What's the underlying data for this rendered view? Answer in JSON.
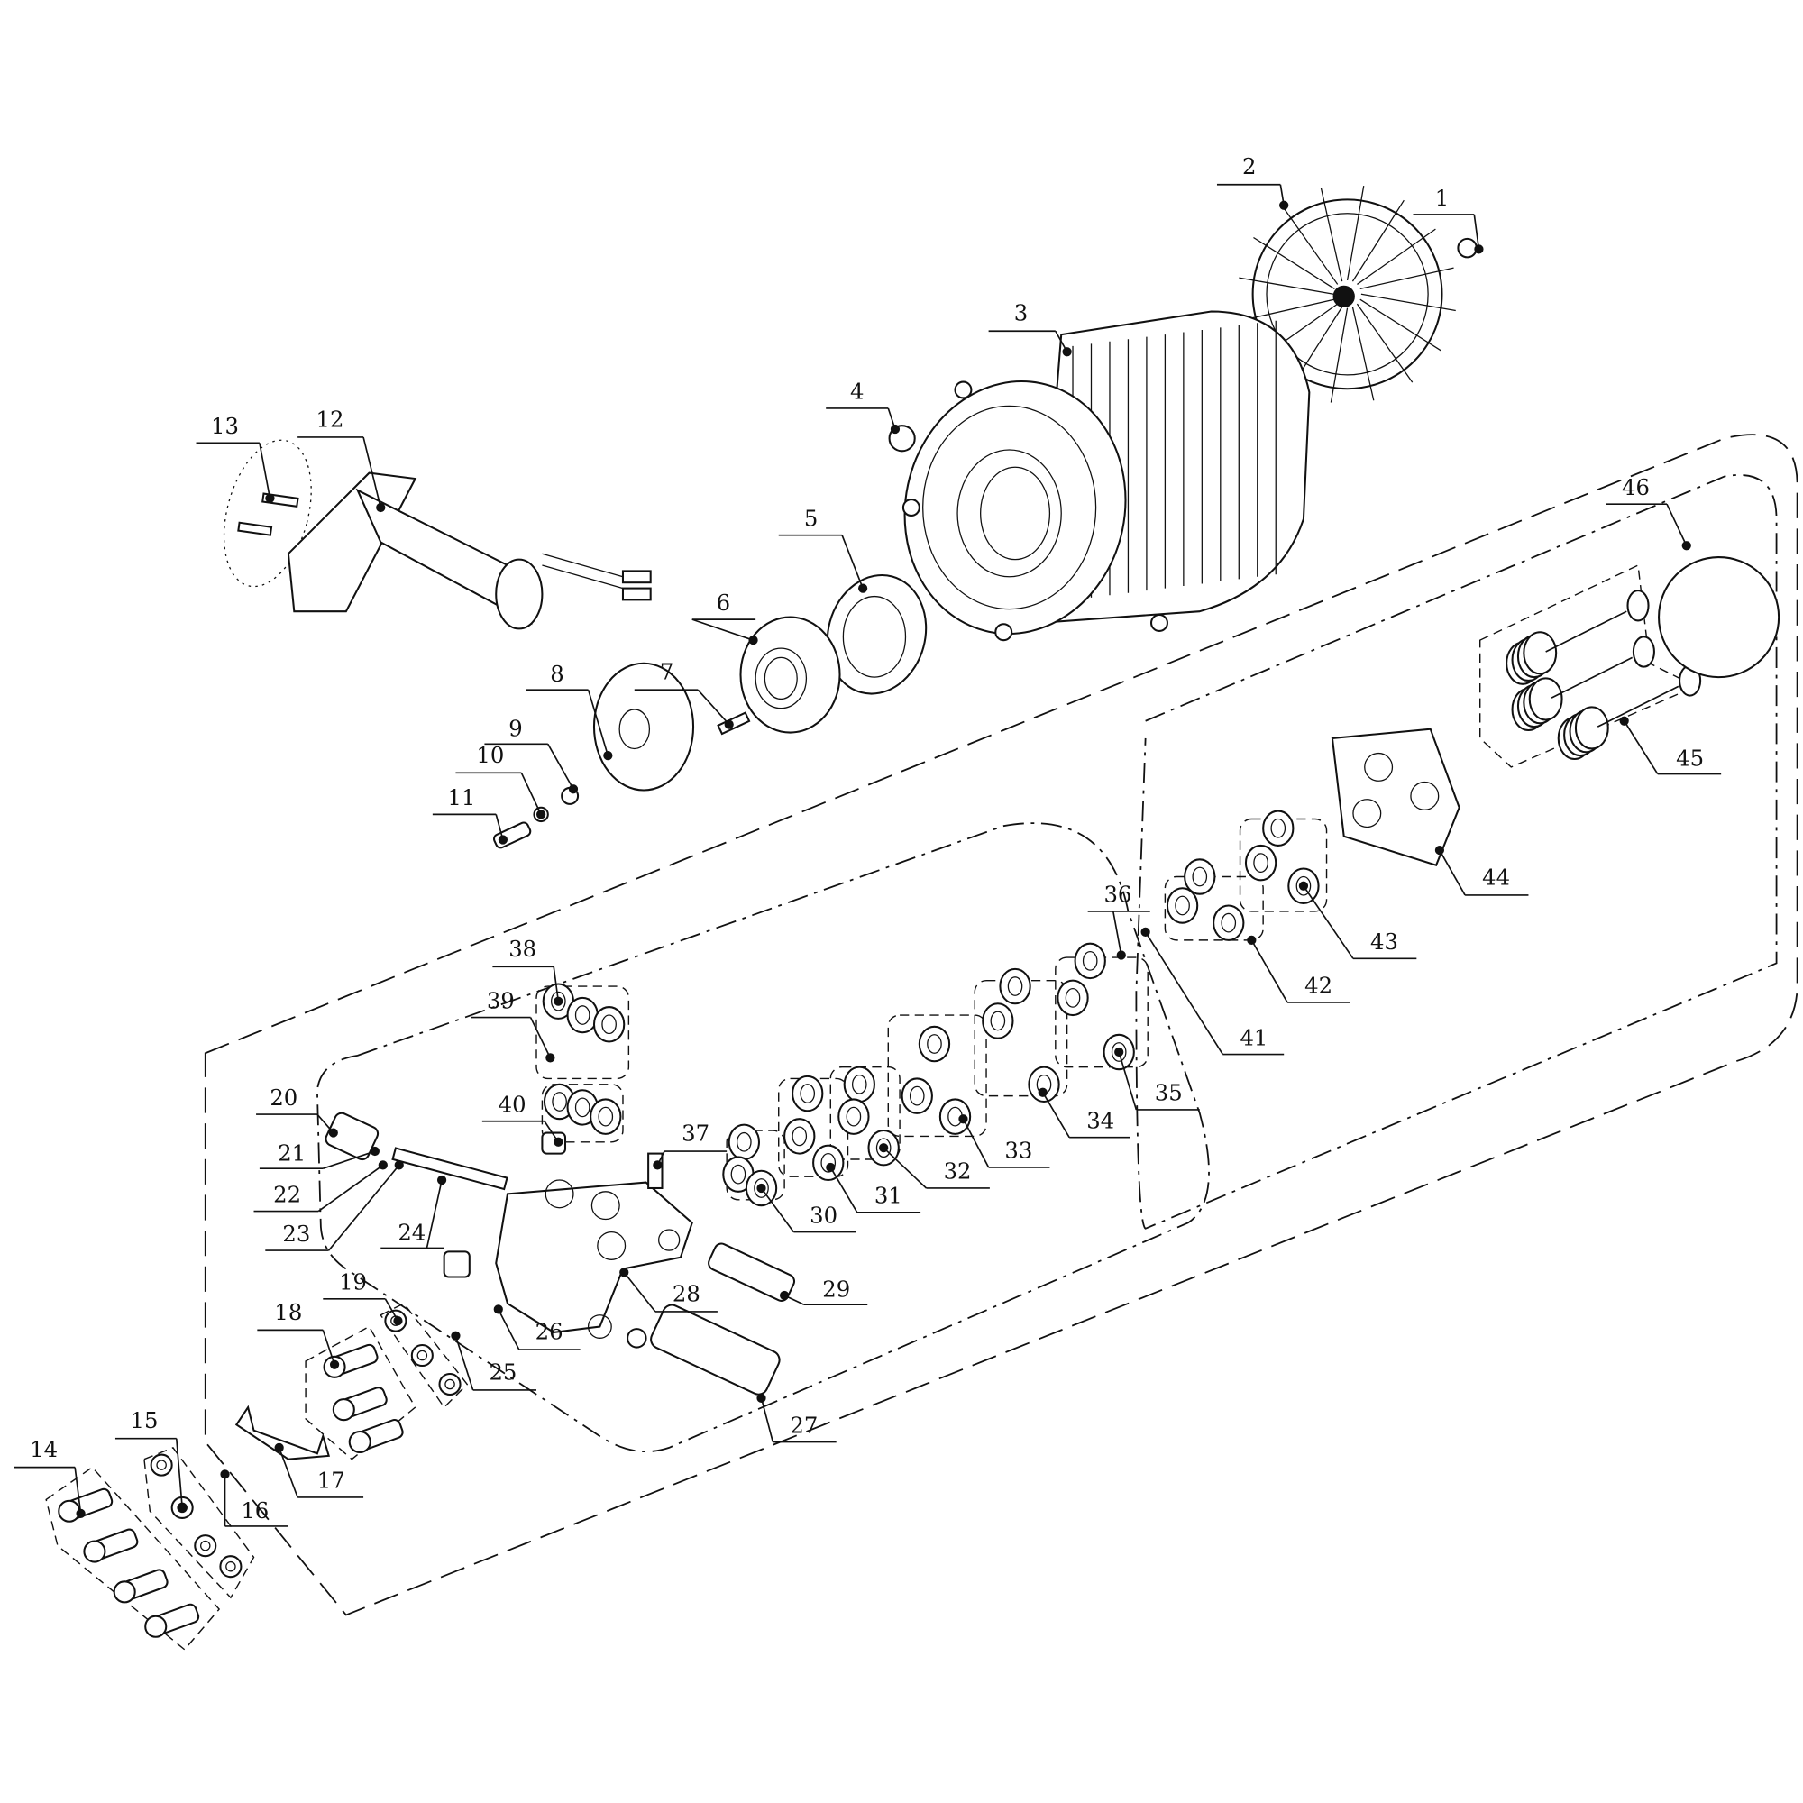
{
  "diagram": {
    "type": "exploded-parts-view",
    "callouts": [
      "1",
      "2",
      "3",
      "4",
      "5",
      "6",
      "7",
      "8",
      "9",
      "10",
      "11",
      "12",
      "13",
      "14",
      "15",
      "16",
      "17",
      "18",
      "19",
      "20",
      "21",
      "22",
      "23",
      "24",
      "25",
      "26",
      "27",
      "28",
      "29",
      "30",
      "31",
      "32",
      "33",
      "34",
      "35",
      "36",
      "37",
      "38",
      "39",
      "40",
      "41",
      "42",
      "43",
      "44",
      "45",
      "46"
    ]
  }
}
